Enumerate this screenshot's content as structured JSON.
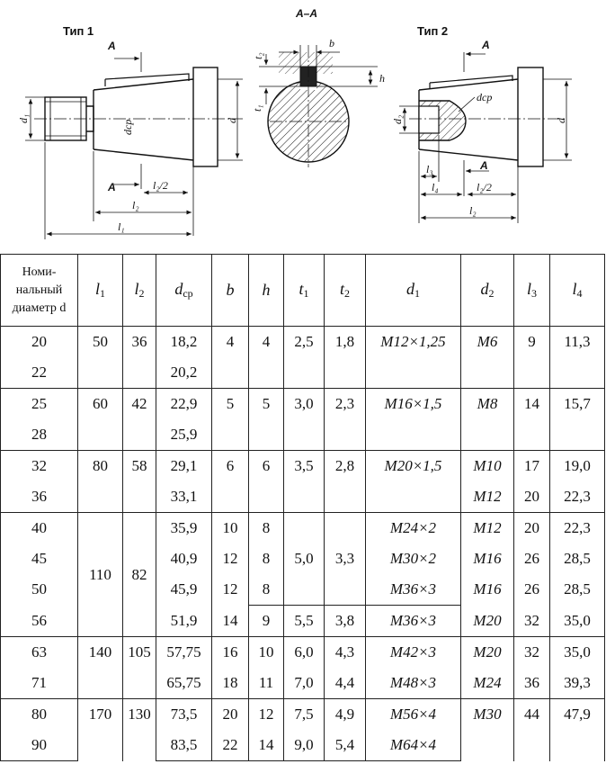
{
  "drawing": {
    "section_title": "А–А",
    "type1_title": "Тип 1",
    "type2_title": "Тип 2",
    "labels": {
      "A": "A",
      "d": "d",
      "d1": "d₁",
      "dcp": "dср",
      "l1": "l₁",
      "l2": "l₂",
      "l2_half": "l₂/2",
      "t1": "t₁",
      "t2": "t₂",
      "b": "b",
      "h": "h",
      "l3": "l₃",
      "l4": "l₄",
      "d2": "d₂"
    }
  },
  "table": {
    "headers": {
      "nominal": [
        "Номи-",
        "нальный",
        "диаметр d"
      ],
      "l1": {
        "base": "l",
        "sub": "1"
      },
      "l2": {
        "base": "l",
        "sub": "2"
      },
      "dcp": {
        "base": "d",
        "sub": "ср"
      },
      "b": "b",
      "h": "h",
      "t1": {
        "base": "t",
        "sub": "1"
      },
      "t2": {
        "base": "t",
        "sub": "2"
      },
      "d1": {
        "base": "d",
        "sub": "1"
      },
      "d2": {
        "base": "d",
        "sub": "2"
      },
      "l3": {
        "base": "l",
        "sub": "3"
      },
      "l4": {
        "base": "l",
        "sub": "4"
      }
    },
    "rows": [
      {
        "d": "20",
        "l1": "50",
        "l2": "36",
        "dcp": "18,2",
        "b": "4",
        "h": "4",
        "t1": "2,5",
        "t2": "1,8",
        "d1": "М12×1,25",
        "d2": "М6",
        "l3": "9",
        "l4": "11,3"
      },
      {
        "d": "22",
        "dcp": "20,2"
      },
      {
        "d": "25",
        "l1": "60",
        "l2": "42",
        "dcp": "22,9",
        "b": "5",
        "h": "5",
        "t1": "3,0",
        "t2": "2,3",
        "d1": "М16×1,5",
        "d2": "М8",
        "l3": "14",
        "l4": "15,7"
      },
      {
        "d": "28",
        "dcp": "25,9"
      },
      {
        "d": "32",
        "l1": "80",
        "l2": "58",
        "dcp": "29,1",
        "b": "6",
        "h": "6",
        "t1": "3,5",
        "t2": "2,8",
        "d1": "М20×1,5",
        "d2": "М10",
        "l3": "17",
        "l4": "19,0"
      },
      {
        "d": "36",
        "dcp": "33,1",
        "d2": "М12",
        "l3": "20",
        "l4": "22,3"
      },
      {
        "d": "40",
        "dcp": "35,9",
        "b": "10",
        "h": "8",
        "d1": "М24×2",
        "d2": "М12",
        "l3": "20",
        "l4": "22,3"
      },
      {
        "d": "45",
        "l1": "110",
        "l2": "82",
        "dcp": "40,9",
        "b": "12",
        "h": "8",
        "t1": "5,0",
        "t2": "3,3",
        "d1": "М30×2",
        "d2": "М16",
        "l3": "26",
        "l4": "28,5"
      },
      {
        "d": "50",
        "dcp": "45,9",
        "b": "12",
        "h": "8",
        "d1": "М36×3",
        "d2": "М16",
        "l3": "26",
        "l4": "28,5"
      },
      {
        "d": "56",
        "dcp": "51,9",
        "b": "14",
        "h": "9",
        "t1": "5,5",
        "t2": "3,8",
        "d1": "М36×3",
        "d2": "М20",
        "l3": "32",
        "l4": "35,0"
      },
      {
        "d": "63",
        "l1": "140",
        "l2": "105",
        "dcp": "57,75",
        "b": "16",
        "h": "10",
        "t1": "6,0",
        "t2": "4,3",
        "d1": "М42×3",
        "d2": "М20",
        "l3": "32",
        "l4": "35,0"
      },
      {
        "d": "71",
        "dcp": "65,75",
        "b": "18",
        "h": "11",
        "t1": "7,0",
        "t2": "4,4",
        "d1": "М48×3",
        "d2": "М24",
        "l3": "36",
        "l4": "39,3"
      },
      {
        "d": "80",
        "l1": "170",
        "l2": "130",
        "dcp": "73,5",
        "b": "20",
        "h": "12",
        "t1": "7,5",
        "t2": "4,9",
        "d1": "М56×4",
        "d2": "М30",
        "l3": "44",
        "l4": "47,9"
      },
      {
        "d": "90",
        "dcp": "83,5",
        "b": "22",
        "h": "14",
        "t1": "9,0",
        "t2": "5,4",
        "d1": "М64×4"
      }
    ]
  }
}
